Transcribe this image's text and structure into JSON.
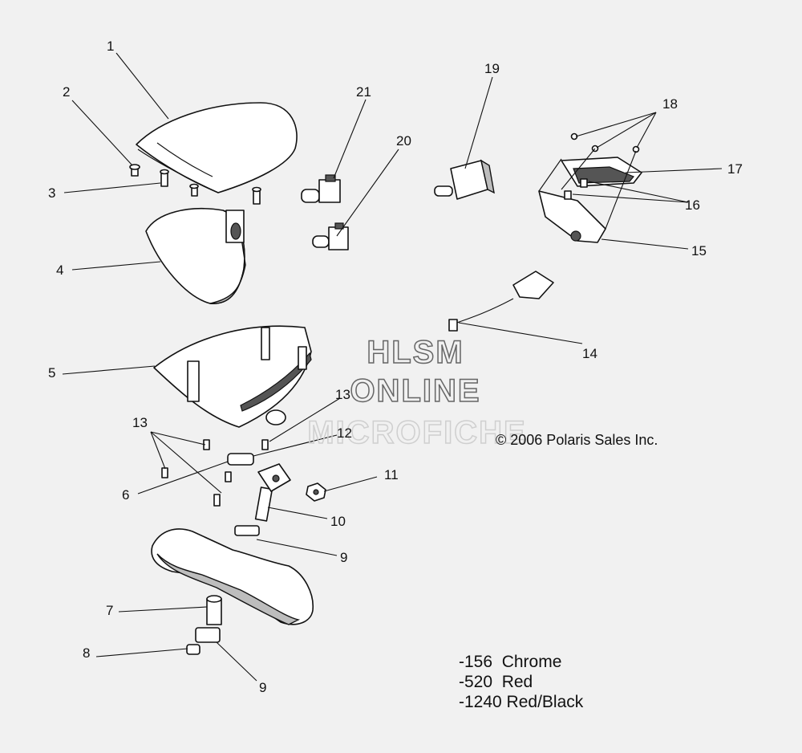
{
  "callouts": [
    "1",
    "2",
    "3",
    "4",
    "5",
    "6",
    "7",
    "8",
    "9",
    "10",
    "11",
    "12",
    "13",
    "14",
    "15",
    "16",
    "17",
    "18",
    "19",
    "20",
    "21"
  ],
  "watermark": [
    "HLSM",
    "ONLINE",
    "MICROFICHE"
  ],
  "copyright": "© 2006 Polaris Sales Inc.",
  "color_codes": [
    "-156  Chrome",
    "-520  Red",
    "-1240 Red/Black"
  ]
}
